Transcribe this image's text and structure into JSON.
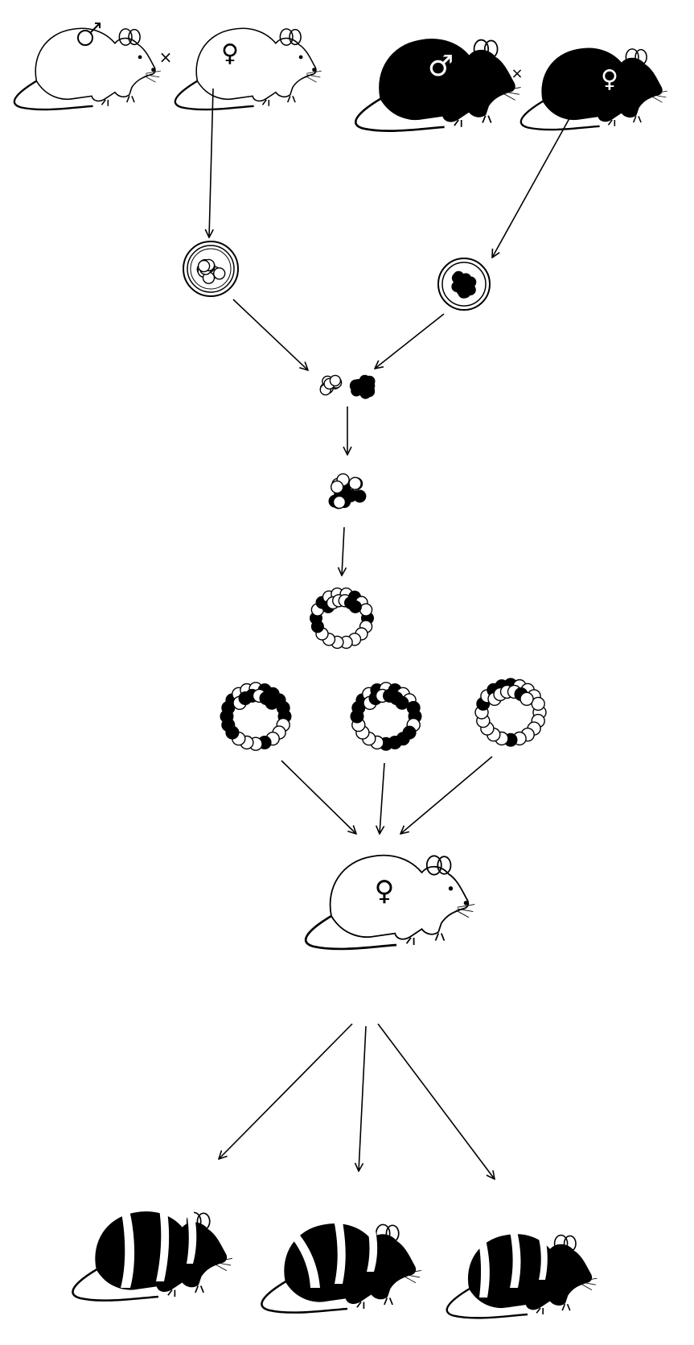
{
  "symbols": {
    "male": "♂",
    "female": "♀",
    "cross": "×"
  },
  "parents": {
    "white_pair": {
      "color": "white",
      "male_sign": "♂",
      "female_sign": "♀"
    },
    "black_pair": {
      "color": "black",
      "male_sign": "♂",
      "female_sign": "♀"
    }
  },
  "stages": [
    "embryo-white",
    "embryo-black",
    "aggregated-morula",
    "mixed-morula",
    "chimeric-blastocyst",
    "chimeric-blastocysts",
    "foster-mother",
    "chimeric-offspring"
  ],
  "offspring_count": 3,
  "colors": {
    "ink": "#000000",
    "paper": "#ffffff"
  }
}
